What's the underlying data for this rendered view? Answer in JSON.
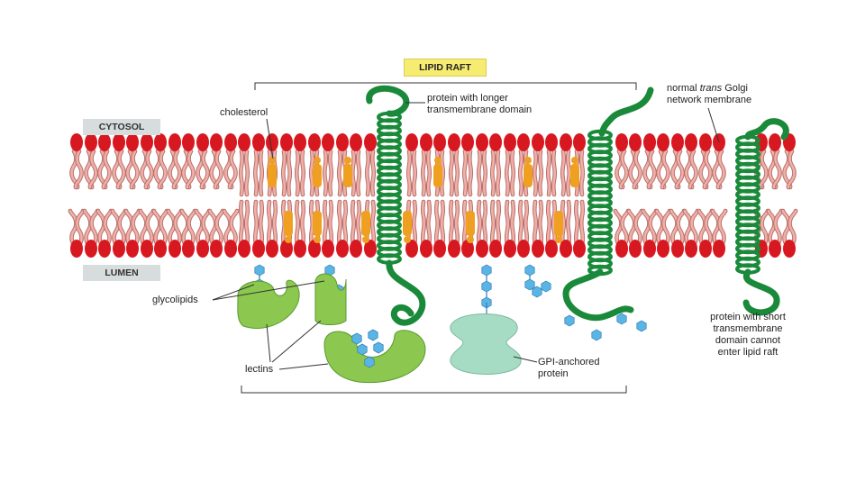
{
  "tags": {
    "lipid_raft": "LIPID RAFT",
    "cytosol": "CYTOSOL",
    "lumen": "LUMEN"
  },
  "labels": {
    "cholesterol": "cholesterol",
    "protein_long_1": "protein with longer",
    "protein_long_2": "transmembrane domain",
    "normal_1a": "normal ",
    "normal_1b": "trans",
    "normal_1c": " Golgi",
    "normal_2": "network membrane",
    "glycolipids": "glycolipids",
    "lectins": "lectins",
    "gpi_1": "GPI-anchored",
    "gpi_2": "protein",
    "short_1": "protein with short",
    "short_2": "transmembrane",
    "short_3": "domain cannot",
    "short_4": "enter lipid raft"
  },
  "colors": {
    "lipid_head": "#d81820",
    "lipid_tail": "#f0b0a8",
    "lipid_tail_outline": "#b8706c",
    "cholesterol": "#f0a020",
    "protein": "#1a8a3a",
    "lectin": "#8cc850",
    "lectin_outline": "#5a9a30",
    "sugar": "#5ab4e6",
    "gpi_protein": "#a6dcc4",
    "tag_raft": "#f6ec72",
    "tag_side": "#d7dcdc"
  }
}
